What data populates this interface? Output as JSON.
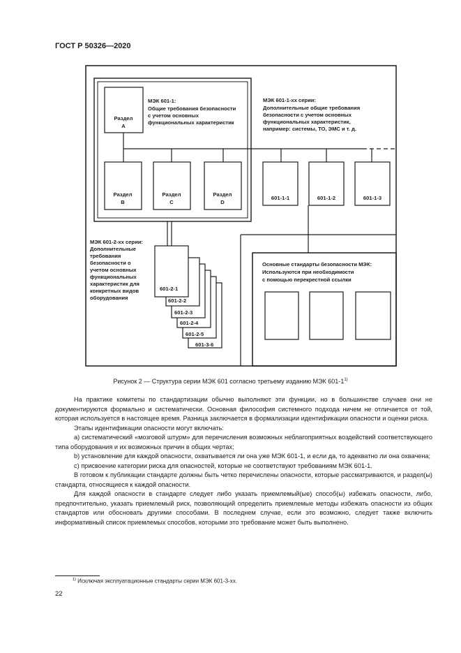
{
  "header": {
    "title": "ГОСТ Р 50326—2020"
  },
  "figure": {
    "iec601_1_title": "МЭК 601-1:",
    "iec601_1_desc": [
      "Общие требования безопасности",
      "с учетом основных",
      "функциональных характеристик"
    ],
    "section_a": [
      "Раздел",
      "А"
    ],
    "section_b": [
      "Раздел",
      "В"
    ],
    "section_c": [
      "Раздел",
      "С"
    ],
    "section_d": [
      "Раздел",
      "D"
    ],
    "series_1xx": [
      "МЭК 601-1-xx серии:",
      "Дополнительные общие требования",
      "безопасности с учетом основных",
      "функциональных характеристик,",
      "например: системы, ТО, ЭМС и т. д."
    ],
    "collateral": [
      "601-1-1",
      "601-1-2",
      "601-1-3"
    ],
    "series_2xx": [
      "МЭК 601-2-хх серии:",
      "Дополнительные",
      "требования",
      "безопасности о",
      "учетом основных",
      "функциональных",
      "характеристик для",
      "конкретных видов",
      "оборудования"
    ],
    "particular": [
      "601-2-1",
      "601-2-2",
      "601-2-3",
      "601-2-4",
      "601-2-5",
      "601-3-6"
    ],
    "basic_standards": [
      "Основные стандарты безопасности МЭК:",
      "Используются при необходимости",
      "с помощью перекрестной ссылки"
    ]
  },
  "caption": {
    "text": "Рисунок 2 — Структура серии МЭК 601 согласно третьему изданию МЭК 601-1",
    "sup": "1)"
  },
  "body": {
    "p1": "На практике комитеты по стандартизации обычно выполняют эти функции, но в большинстве случаев они не документируются формально и систематически. Основная философия системного подхода ничем не отличается от той, которая используется в настоящее время. Разница заключается в формализации идентификации опасности и оценки риска.",
    "p2": "Этапы идентификации опасности могут включать:",
    "p3": "а) систематический «мозговой штурм» для перечисления возможных неблагоприятных воздействий соответствующего типа оборудования и их возможных причин в общих чертах;",
    "p4": "b) установление для каждой опасности, охватывается ли она уже МЭК 601-1, и если да, то адекватно ли она охвачена;",
    "p5": "c) присвоение категории риска для опасностей, которые не соответствуют требованиям МЭК 601-1.",
    "p6": "В готовом к публикации стандарте должны быть четко перечислены опасности, которые рассматриваются, и раздел(ы) стандарта, относящиеся к каждой опасности.",
    "p7": "Для каждой опасности в стандарте следует либо указать приемлемый(ые) способ(ы) избежать опасности, либо, предпочтительно, указать приемлемый риск, позволяющий определить приемлемые методы избежать опасности из общих стандартов или обосновать другими способами. В последнем случае, если это возможно, следует также включить информативный список приемлемых способов, которыми это требование может быть выполнено."
  },
  "footnote": {
    "sup": "1)",
    "text": "Исключая эксплуатационные стандарты серии МЭК 601-3-хх."
  },
  "page_number": "22"
}
